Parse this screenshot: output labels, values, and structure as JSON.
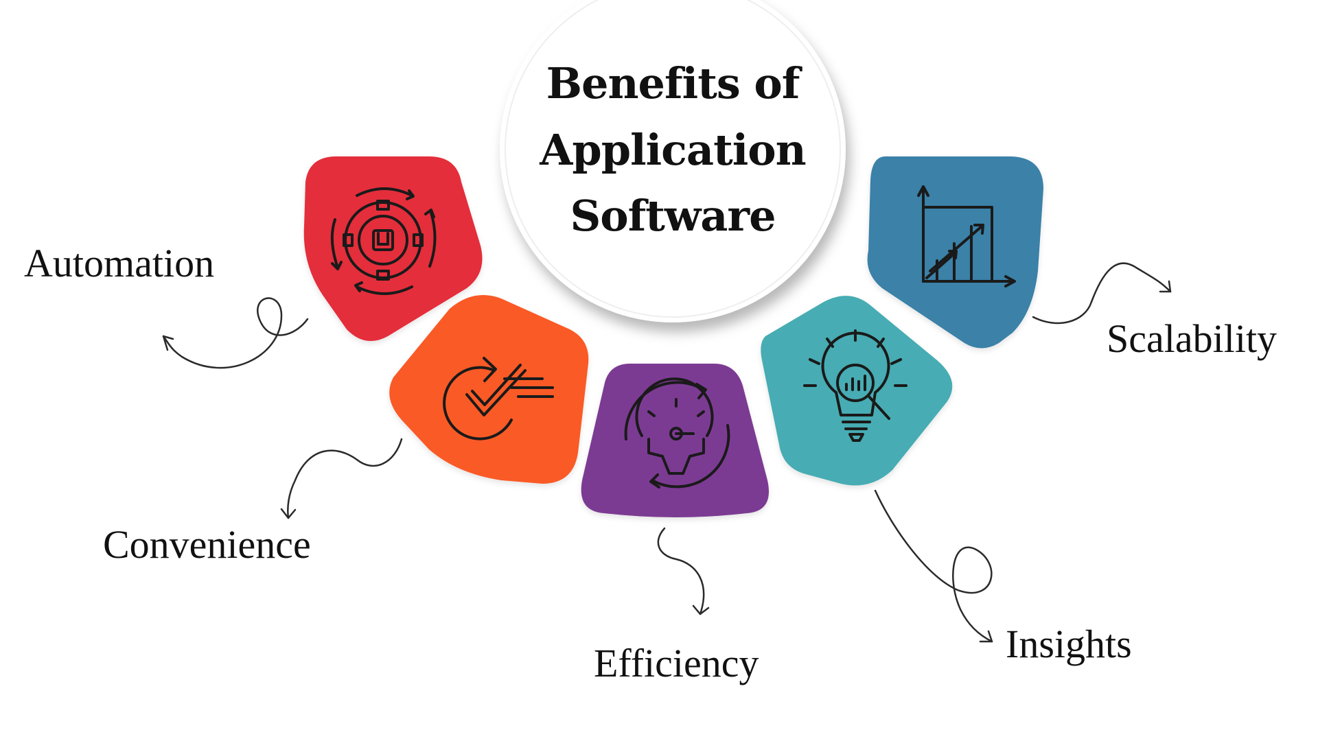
{
  "title": {
    "line1": "Benefits of",
    "line2": "Application",
    "line3": "Software"
  },
  "benefits": [
    {
      "label": "Automation",
      "color": "#E42D3A",
      "icon": "gear-automation-icon"
    },
    {
      "label": "Convenience",
      "color": "#FA5A26",
      "icon": "fast-check-icon"
    },
    {
      "label": "Efficiency",
      "color": "#7B3A93",
      "icon": "gauge-gear-icon"
    },
    {
      "label": "Insights",
      "color": "#46ACB3",
      "icon": "lightbulb-magnifier-icon"
    },
    {
      "label": "Scalability",
      "color": "#3B81A8",
      "icon": "growth-chart-icon"
    }
  ],
  "colors": {
    "background": "#FFFFFF",
    "text": "#111111",
    "icon_stroke": "#1A1A1A"
  }
}
